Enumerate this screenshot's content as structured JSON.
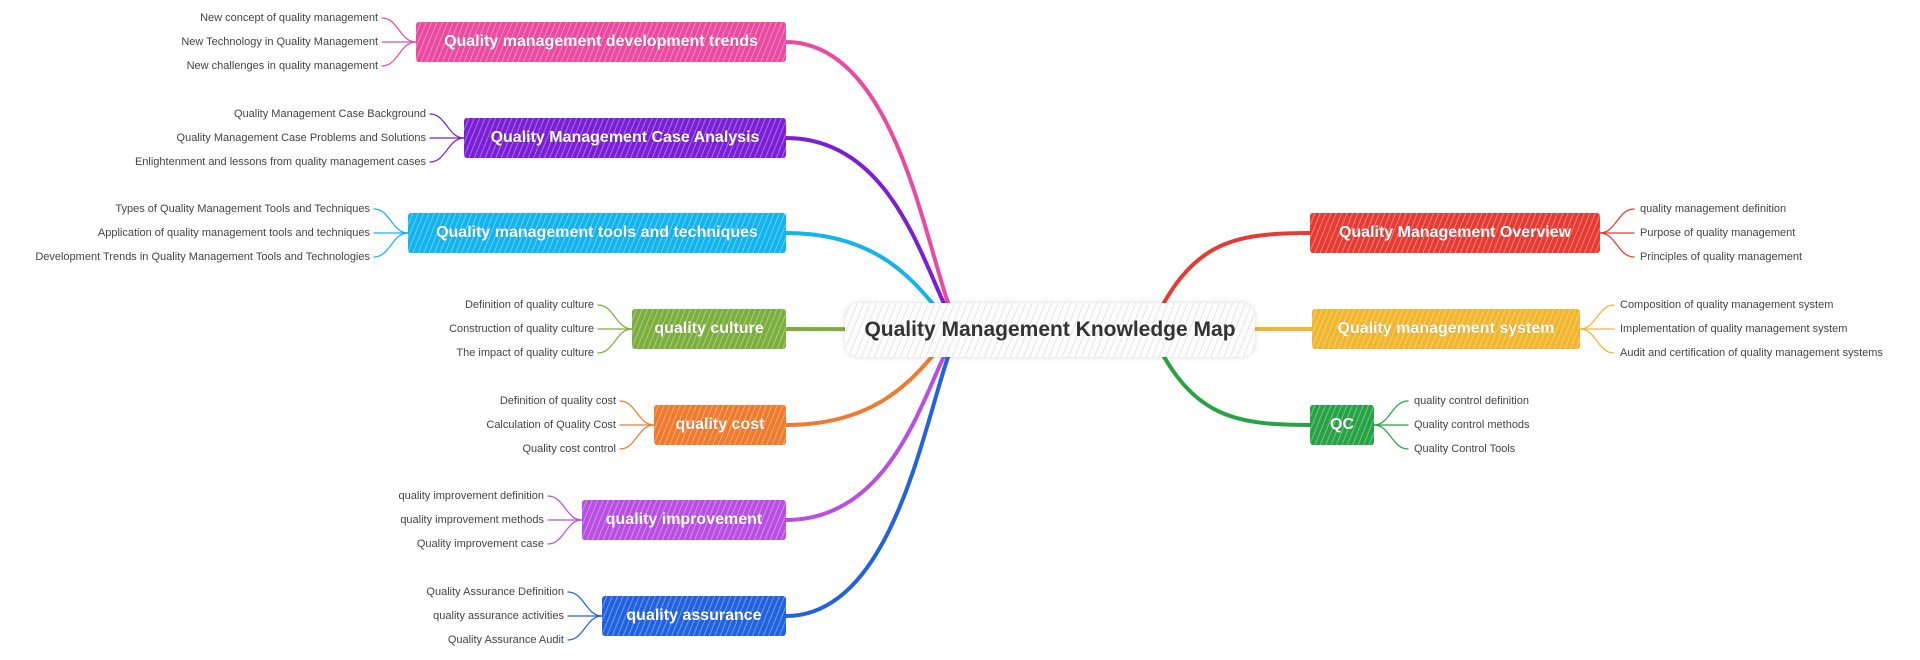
{
  "central_topic": "Quality Management Knowledge Map",
  "left_branches": [
    {
      "label": "Quality management development trends",
      "color": "#ec4aa0",
      "children": [
        "New concept of quality management",
        "New Technology in Quality Management",
        "New challenges in quality management"
      ]
    },
    {
      "label": "Quality Management Case Analysis",
      "color": "#7b1fd6",
      "children": [
        "Quality Management Case Background",
        "Quality Management Case Problems and Solutions",
        "Enlightenment and lessons from quality management cases"
      ]
    },
    {
      "label": "Quality management tools and techniques",
      "color": "#12b3ef",
      "children": [
        "Types of Quality Management Tools and Techniques",
        "Application of quality management tools and techniques",
        "Development Trends in Quality Management Tools and Technologies"
      ]
    },
    {
      "label": "quality culture",
      "color": "#7cae3e",
      "children": [
        "Definition of quality culture",
        "Construction of quality culture",
        "The impact of quality culture"
      ]
    },
    {
      "label": "quality cost",
      "color": "#f07a2e",
      "children": [
        "Definition of quality cost",
        "Calculation of Quality Cost",
        "Quality cost control"
      ]
    },
    {
      "label": "quality improvement",
      "color": "#b94ee3",
      "children": [
        "quality improvement definition",
        "quality improvement methods",
        "Quality improvement case"
      ]
    },
    {
      "label": "quality assurance",
      "color": "#2163de",
      "children": [
        "Quality Assurance Definition",
        "quality assurance activities",
        "Quality Assurance Audit"
      ]
    }
  ],
  "right_branches": [
    {
      "label": "Quality Management Overview",
      "color": "#e63b33",
      "children": [
        "quality management definition",
        "Purpose of quality management",
        "Principles of quality management"
      ]
    },
    {
      "label": "Quality management system",
      "color": "#f1b52e",
      "children": [
        "Composition of quality management system",
        "Implementation of quality management system",
        "Audit and certification of quality management systems"
      ]
    },
    {
      "label": "QC",
      "color": "#27a244",
      "children": [
        "quality control definition",
        "Quality control methods",
        "Quality Control Tools"
      ]
    }
  ]
}
